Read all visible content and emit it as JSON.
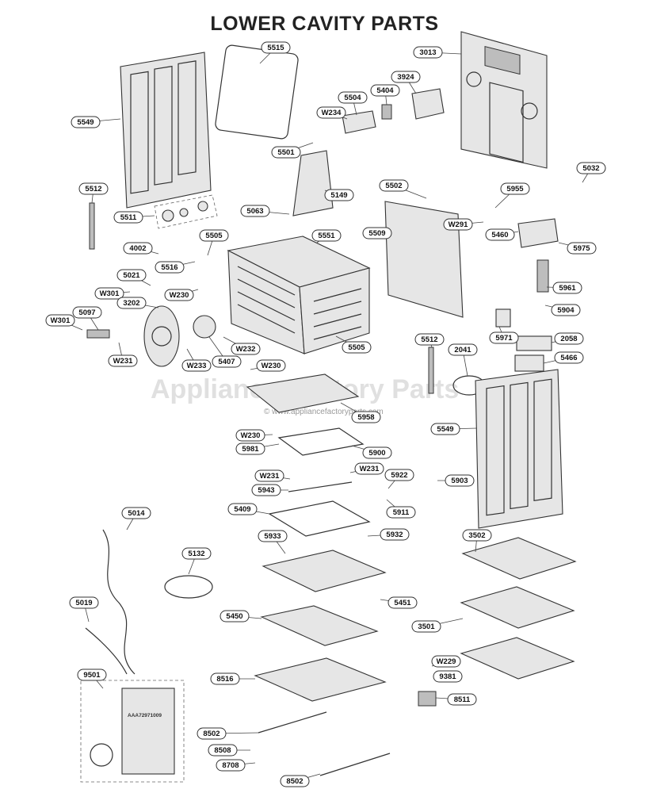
{
  "title": "LOWER CAVITY PARTS",
  "watermark": "Appliance Factory Parts",
  "watermark_url": "© www.appliancefactoryparts.com",
  "bag_label": "AAA72971009",
  "labels": [
    "5515",
    "3013",
    "5549",
    "3924",
    "5504",
    "5404",
    "W234",
    "5501",
    "5032",
    "5512",
    "5149",
    "5502",
    "5955",
    "5063",
    "5511",
    "5551",
    "5509",
    "W291",
    "5460",
    "5505",
    "4002",
    "5516",
    "5975",
    "5021",
    "5961",
    "W301",
    "W230",
    "3202",
    "5904",
    "5097",
    "W301",
    "W232",
    "5971",
    "2058",
    "5505",
    "W231",
    "W233",
    "5407",
    "5512",
    "2041",
    "5466",
    "W230",
    "5958",
    "5549",
    "W230",
    "5981",
    "5900",
    "W231",
    "W231",
    "5922",
    "5903",
    "5943",
    "5911",
    "5409",
    "5014",
    "5932",
    "5132",
    "3502",
    "5933",
    "5451",
    "5019",
    "5450",
    "3501",
    "W229",
    "9501",
    "8516",
    "9381",
    "8511",
    "8502",
    "8508",
    "8708",
    "8502"
  ],
  "colors": {
    "line": "#333333",
    "fill": "#e6e6e6",
    "dark": "#bdbdbd",
    "background": "#ffffff"
  }
}
